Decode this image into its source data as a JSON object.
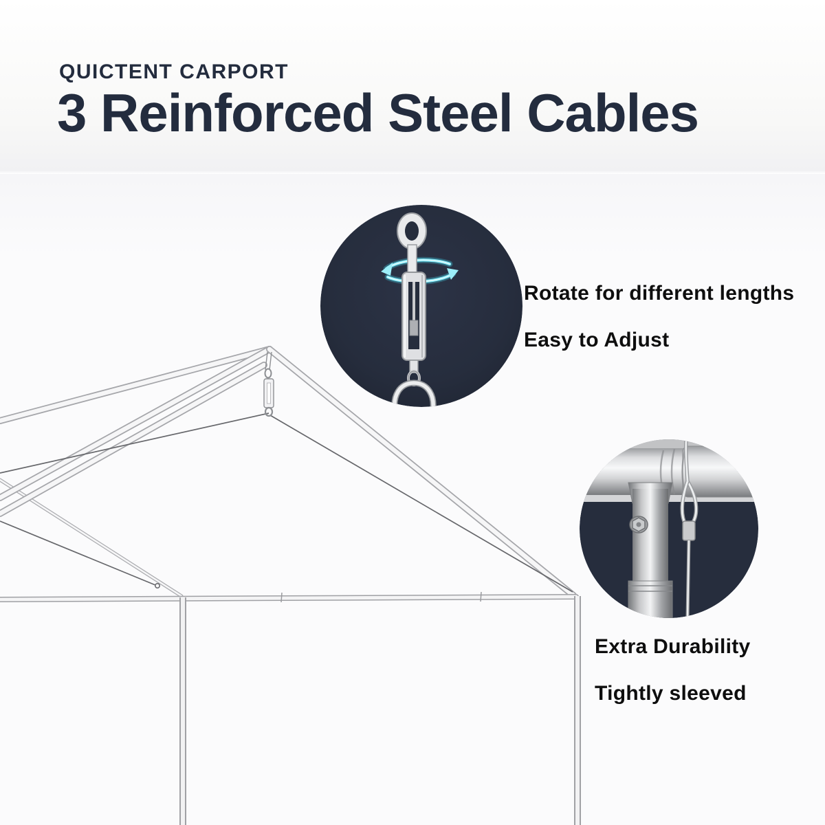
{
  "header": {
    "brand": "QUICTENT CARPORT",
    "title": "3 Reinforced Steel Cables"
  },
  "features": [
    {
      "lines": [
        "Rotate for different lengths",
        "Easy to Adjust"
      ]
    },
    {
      "lines": [
        "Extra Durability",
        "Tightly sleeved"
      ]
    }
  ],
  "insets": {
    "top_circle": {
      "icon": "turnbuckle-rotation-illustration",
      "shows": "turnbuckle with rotation arrows"
    },
    "bottom_circle": {
      "icon": "pole-cable-joint-photo",
      "shows": "steel cable sleeved on frame joint"
    }
  },
  "colors": {
    "page_bg": "#fbfbfc",
    "title_color": "#232c3e",
    "text_color": "#0e0e0e",
    "inset_bg": "#262d3d",
    "accent_cyan": "#7ee7f5",
    "steel_light": "#f6f6f7",
    "steel_outline": "#a5a6aa",
    "cable_color": "#66676b"
  }
}
